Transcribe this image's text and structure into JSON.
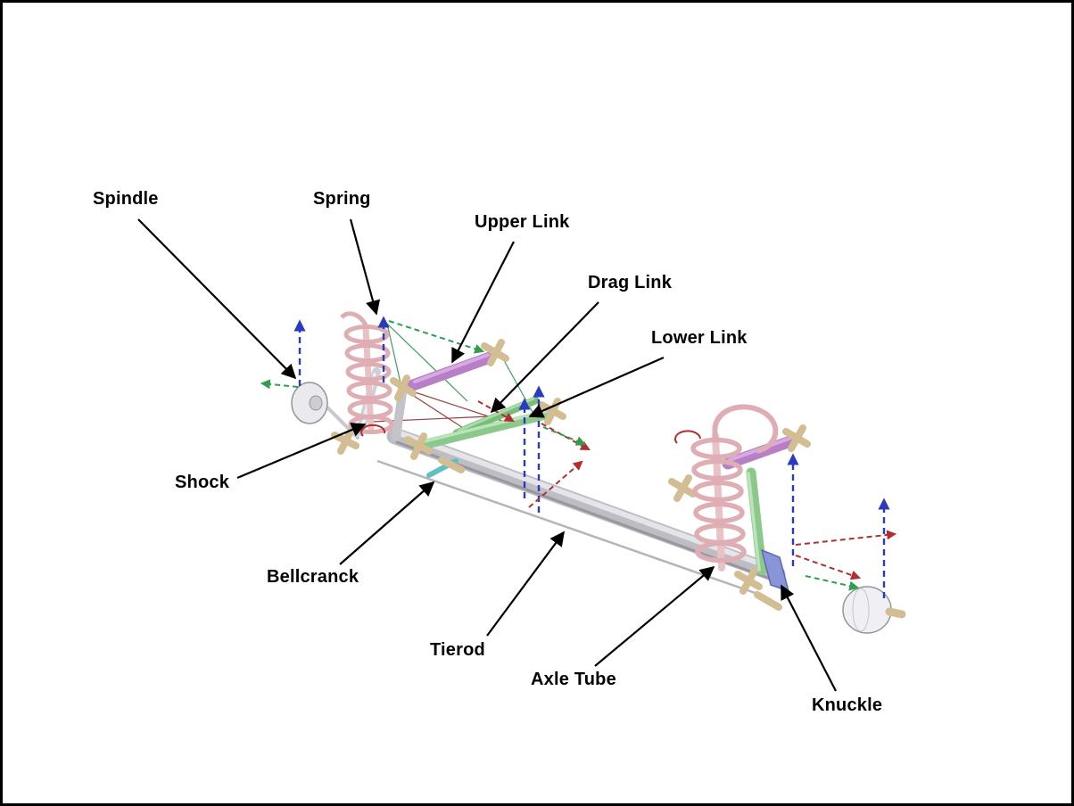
{
  "figure": {
    "labels": {
      "spindle": "Spindle",
      "spring": "Spring",
      "upper_link": "Upper Link",
      "drag_link": "Drag Link",
      "lower_link": "Lower Link",
      "shock": "Shock",
      "bellcranck": "Bellcranck",
      "tierod": "Tierod",
      "axle_tube": "Axle Tube",
      "knuckle": "Knuckle"
    },
    "colors": {
      "spring_pink": "#dfaeb4",
      "upper_link_purple": "#b77fc6",
      "link_green": "#8cc88c",
      "axle_tube_gray": "#bdbdc3",
      "bushing_tan": "#d3bd92",
      "knuckle_blue": "#8a94d8",
      "bellcrank_teal": "#5fc0c0",
      "shock_gray": "#cfcfd6",
      "axis_blue": "#2a3bbf",
      "axis_red": "#b03030",
      "axis_green": "#2f9e4f",
      "leader_arrow_black": "#000000"
    }
  }
}
